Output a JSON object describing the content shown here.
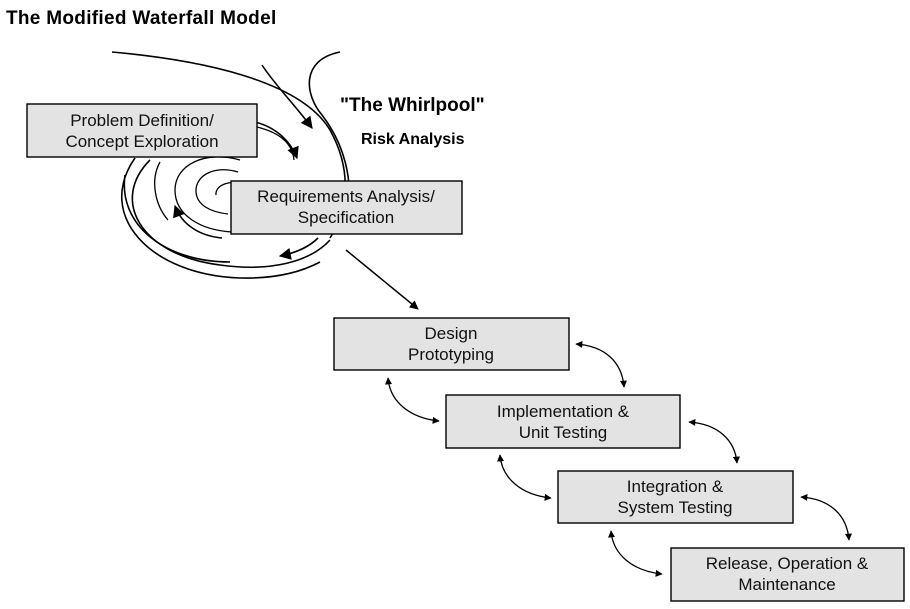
{
  "title": "The Modified Waterfall Model",
  "whirlpool": {
    "title": "\"The Whirlpool\"",
    "subtitle": "Risk Analysis"
  },
  "stages": [
    {
      "line1": "Problem Definition/",
      "line2": "Concept Exploration"
    },
    {
      "line1": "Requirements Analysis/",
      "line2": "Specification"
    },
    {
      "line1": "Design",
      "line2": "Prototyping"
    },
    {
      "line1": "Implementation &",
      "line2": "Unit Testing"
    },
    {
      "line1": "Integration &",
      "line2": "System Testing"
    },
    {
      "line1": "Release, Operation &",
      "line2": "Maintenance"
    }
  ],
  "colors": {
    "box_fill": "#e3e3e3",
    "stroke": "#000000"
  }
}
